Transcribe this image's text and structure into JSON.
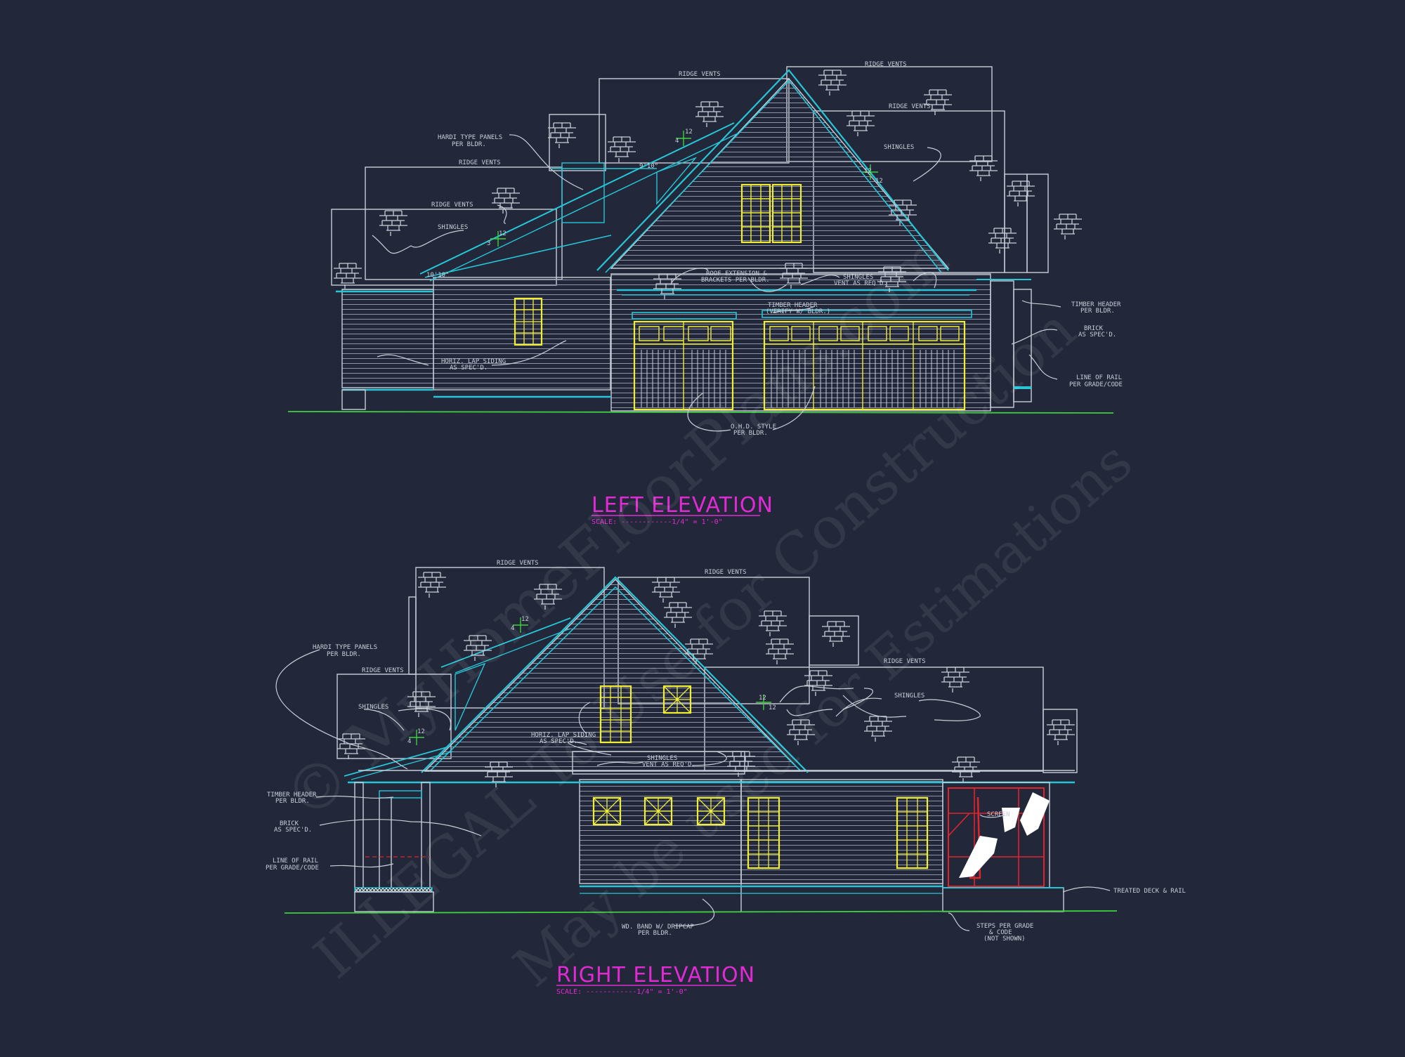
{
  "colors": {
    "background": "#222839",
    "linework": "#c8cdd8",
    "cyan": "#26c6d6",
    "yellow": "#f2ee36",
    "magenta": "#e22ad4",
    "green": "#3fcf3f",
    "red": "#e0242e"
  },
  "watermark": {
    "line1": "© MyHomeFloorPlans.com",
    "line2": "ILLEGAL To Use for Construction",
    "line3": "May be used for Estimations"
  },
  "left_elevation": {
    "title": "LEFT ELEVATION",
    "scale": "SCALE: ------------1/4\" = 1'-0\"",
    "labels": {
      "ridge_vents_1": "RIDGE VENTS",
      "ridge_vents_2": "RIDGE VENTS",
      "ridge_vents_3": "RIDGE VENTS",
      "ridge_vents_4": "RIDGE VENTS",
      "ridge_vents_5": "RIDGE VENTS",
      "hardi_panels_1": "HARDI TYPE PANELS",
      "hardi_panels_2": "PER BLDR.",
      "shingles_1": "SHINGLES",
      "shingles_2": "SHINGLES",
      "roof_ext_1": "ROOF EXTENSION &",
      "roof_ext_2": "BRACKETS PER BLDR.",
      "shingles_vent_1": "SHINGLES",
      "shingles_vent_2": "VENT AS REQ'D.",
      "timber_header_1": "TIMBER HEADER",
      "timber_header_2": "(VERIFY W/ BLDR.)",
      "timber_header_r1": "TIMBER HEADER",
      "timber_header_r2": "PER BLDR.",
      "brick_1": "BRICK",
      "brick_2": "AS SPEC'D.",
      "rail_1": "LINE OF RAIL",
      "rail_2": "PER GRADE/CODE",
      "lap_1": "HORIZ. LAP SIDING",
      "lap_2": "AS SPEC'D.",
      "ohd_1": "O.H.D. STYLE",
      "ohd_2": "PER BLDR.",
      "pitch_12a": "12",
      "pitch_4": "4",
      "pitch_12b": "12",
      "pitch_3": "3",
      "pitch_12c": "12",
      "pitch_12d": "12",
      "plate_910": "9'10\"",
      "plate_1010": "10'10\""
    }
  },
  "right_elevation": {
    "title": "RIGHT ELEVATION",
    "scale": "SCALE: ------------1/4\" = 1'-0\"",
    "labels": {
      "ridge_vents_1": "RIDGE VENTS",
      "ridge_vents_2": "RIDGE VENTS",
      "ridge_vents_3": "RIDGE VENTS",
      "ridge_vents_4": "RIDGE VENTS",
      "hardi_1": "HARDI TYPE PANELS",
      "hardi_2": "PER BLDR.",
      "shingles_1": "SHINGLES",
      "shingles_2": "SHINGLES",
      "lap_1": "HORIZ. LAP SIDING",
      "lap_2": "AS SPEC'D.",
      "shingles_vent_1": "SHINGLES",
      "shingles_vent_2": "VENT AS REQ'D.",
      "timber_1": "TIMBER HEADER",
      "timber_2": "PER BLDR.",
      "brick_1": "BRICK",
      "brick_2": "AS SPEC'D.",
      "rail_1": "LINE OF RAIL",
      "rail_2": "PER GRADE/CODE",
      "screen": "SCREEN",
      "deck": "TREATED DECK & RAIL",
      "band_1": "WD. BAND W/ DRIPCAP",
      "band_2": "PER BLDR.",
      "steps_1": "STEPS PER GRADE",
      "steps_2": "& CODE",
      "steps_3": "(NOT SHOWN)",
      "pitch_12a": "12",
      "pitch_4a": "4",
      "pitch_12b": "12",
      "pitch_4b": "4",
      "pitch_12c": "12",
      "pitch_12d": "12"
    }
  }
}
